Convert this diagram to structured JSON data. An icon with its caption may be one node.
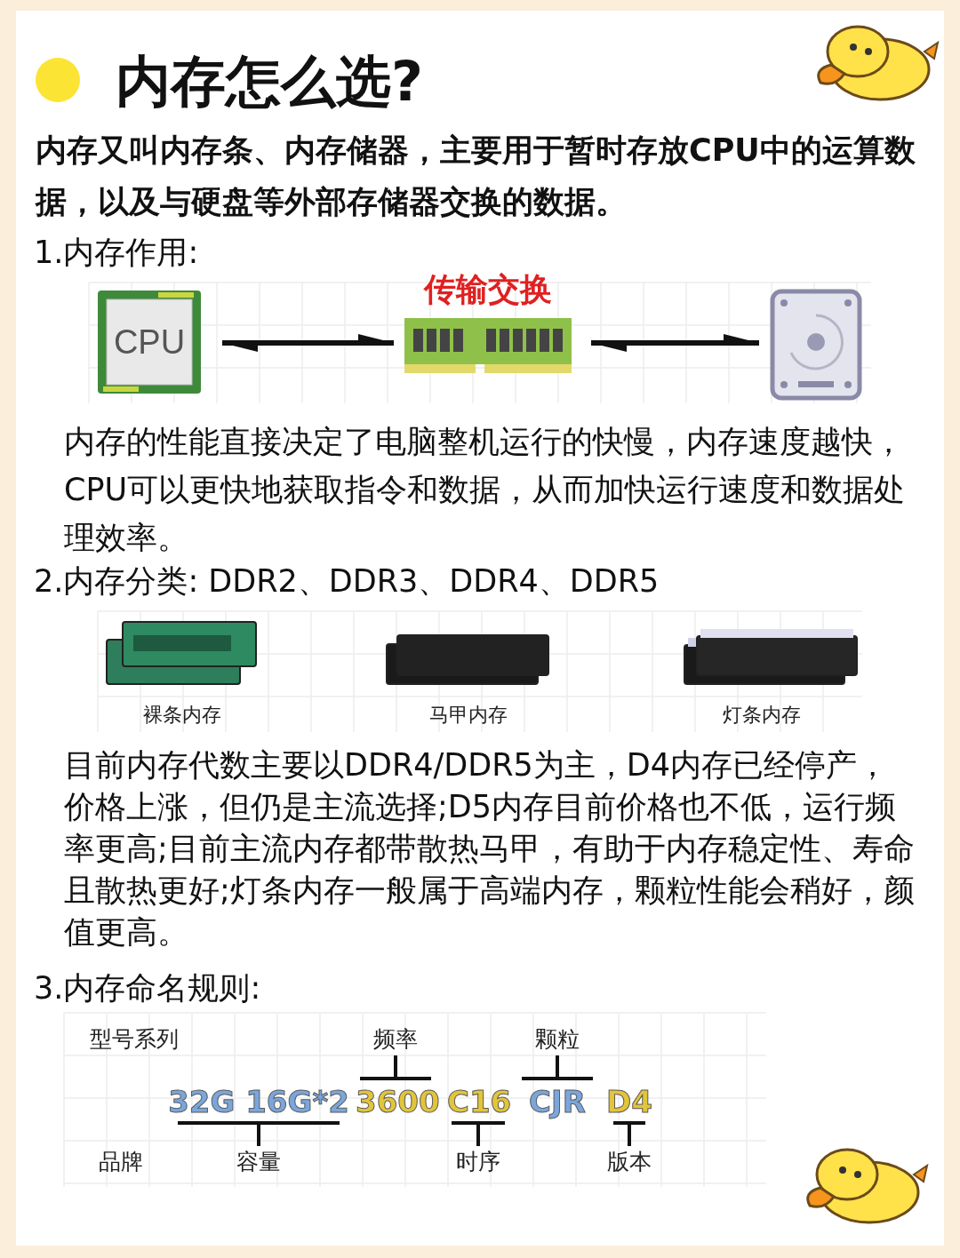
{
  "diagram": {
    "title": "内存怎么选?",
    "nodes": [
      {
        "text": [
          "CPU"
        ]
      },
      {
        "text": [],
        "shape": "picture",
        "beside": [
          "传输交换"
        ]
      },
      {
        "text": [],
        "shape": "picture"
      }
    ],
    "edges": [
      {
        "from": 0,
        "to": 1,
        "arrow": "both"
      },
      {
        "from": 1,
        "to": 2,
        "arrow": "both"
      }
    ],
    "labels": [
      "内存又叫内存条、内存储器，主要用于暂时存放CPU中的运算数据，以及与硬盘等外部存储器交换的数据。",
      "1.内存作用:",
      "内存的性能直接决定了电脑整机运行的快慢，内存速度越快，CPU可以更快地获取指令和数据，从而加快运行速度和数据处理效率。",
      "2.内存分类: DDR2、DDR3、DDR4、DDR5",
      "裸条内存",
      "马甲内存",
      "灯条内存",
      "目前内存代数主要以DDR4/DDR5为主，D4内存已经停产，价格上涨，但仍是主流选择;D5内存目前价格也不低，运行频率更高;目前主流内存都带散热马甲，有助于内存稳定性、寿命且散热更好;灯条内存一般属于高端内存，颗粒性能会稍好，颜值更高。",
      "3.内存命名规则:",
      "型号系列",
      "频率",
      "颗粒",
      "32G 16G*2",
      "3600",
      "C16",
      "CJR",
      "D4",
      "品牌",
      "容量",
      "时序",
      "版本"
    ]
  }
}
